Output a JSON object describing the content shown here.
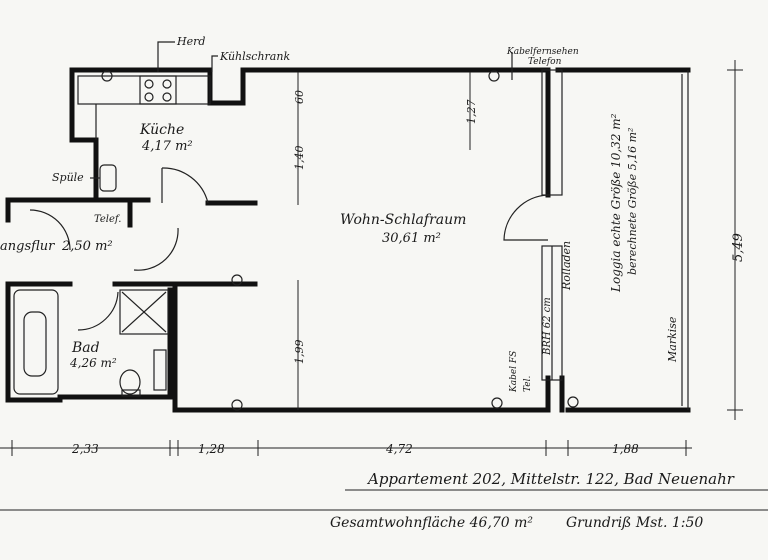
{
  "labels": {
    "herd": "Herd",
    "kuehlschrank": "Kühlschrank",
    "kabelfernsehen": "Kabelfernsehen",
    "telefon": "Telefon",
    "kueche_name": "Küche",
    "kueche_area": "4,17 m²",
    "spuele": "Spüle",
    "telef": "Telef.",
    "flur_name": "angsflur",
    "flur_area": "2,50 m²",
    "wohn_name": "Wohn-Schlafraum",
    "wohn_area": "30,61 m²",
    "bad_name": "Bad",
    "bad_area": "4,26 m²",
    "kabel_fs": "Kabel FS",
    "tel": "Tel.",
    "rolladen": "Rolladen",
    "brh": "BRH  62 cm",
    "loggia_1": "Loggia echte Größe 10,32 m²",
    "loggia_2": "berechnete Größe 5,16 m²",
    "markise": "Markise"
  },
  "dimensions": {
    "d060": "60",
    "d140": "1,40",
    "d127": "1,27",
    "d199": "1,99",
    "d549": "5,49",
    "bottom": [
      "2,33",
      "1,28",
      "4,72",
      "1,88"
    ]
  },
  "footer": {
    "title": "Appartement 202, Mittelstr. 122, Bad Neuenahr",
    "total_area": "Gesamtwohnfläche 46,70 m²",
    "scale": "Grundriß Mst. 1:50"
  }
}
